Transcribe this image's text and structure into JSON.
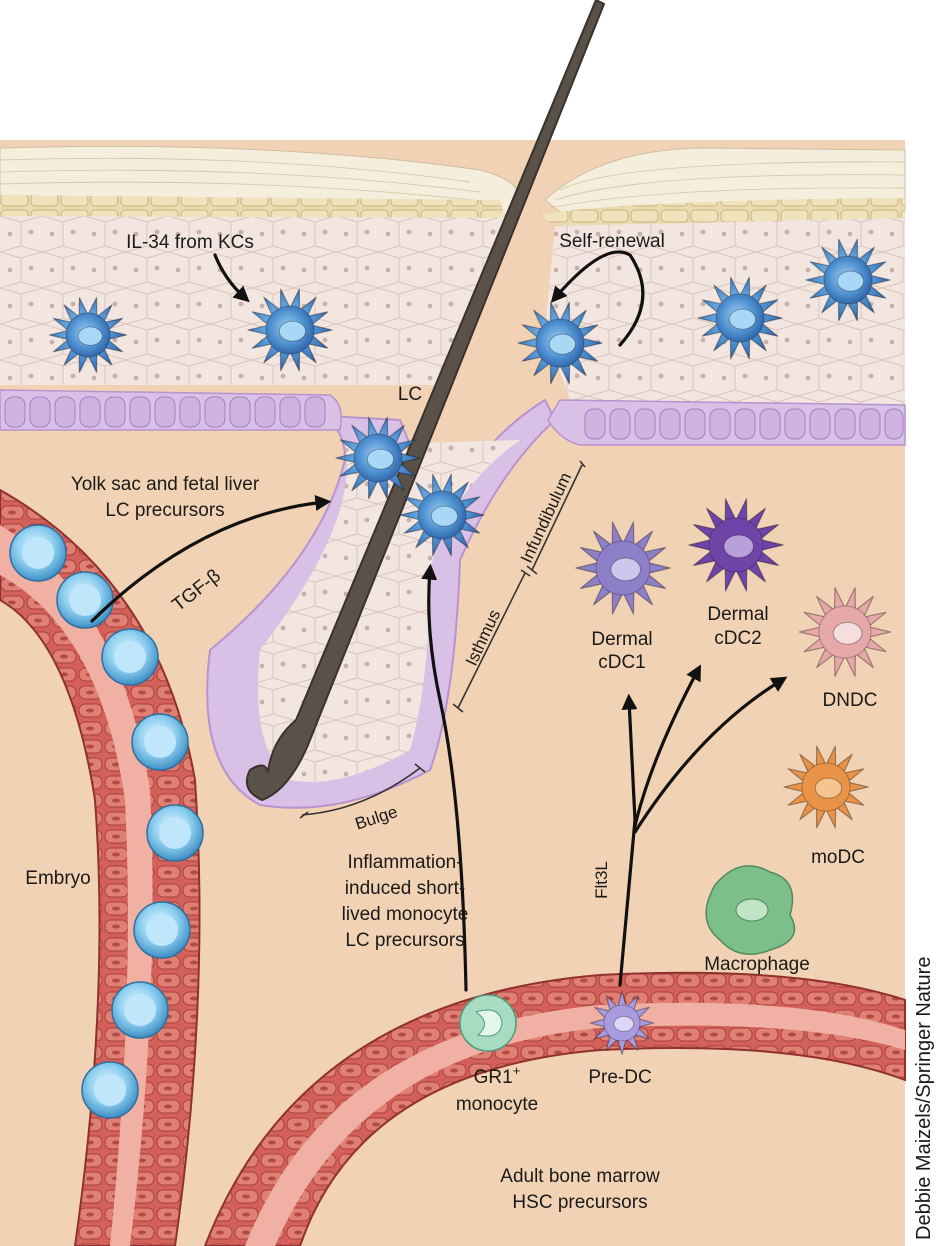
{
  "labels": {
    "il34": "IL-34 from KCs",
    "self_renewal": "Self-renewal",
    "lc": "LC",
    "yolk_line1": "Yolk sac and fetal liver",
    "yolk_line2": "LC precursors",
    "tgf": "TGF-β",
    "infundibulum": "Infundibulum",
    "isthmus": "Isthmus",
    "bulge": "Bulge",
    "dermal_cdc1_line1": "Dermal",
    "dermal_cdc1_line2": "cDC1",
    "dermal_cdc2_line1": "Dermal",
    "dermal_cdc2_line2": "cDC2",
    "dndc": "DNDC",
    "modc": "moDC",
    "macrophage": "Macrophage",
    "embryo": "Embryo",
    "inflam_line1": "Inflammation-",
    "inflam_line2": "induced short-",
    "inflam_line3": "lived monocyte",
    "inflam_line4": "LC precursors",
    "flt3l": "Flt3L",
    "gr1_base": "GR1",
    "gr1_sup": "+",
    "gr1_line2": "monocyte",
    "predc": "Pre-DC",
    "adult_line1": "Adult bone marrow",
    "adult_line2": "HSC precursors"
  },
  "credit": "Debbie Maizels/Springer Nature",
  "colors": {
    "dermis": "#f2d2b4",
    "epidermis": "#f3e6e0",
    "corneum": "#f6eedd",
    "granular": "#eadbb0",
    "basal": "#d8c0e6",
    "vessel": "#c8514c",
    "vessel_light": "#e07f73",
    "lc_blue": "#4d8fd0",
    "cdc1": "#8e7fc9",
    "cdc2": "#6f44a8",
    "dndc": "#e6a8a8",
    "modc": "#e89347",
    "macrophage": "#7cbf8a",
    "monocyte": "#a8dcc2",
    "hair": "#5a5149",
    "embryo_cell": "#7cc3ea"
  }
}
